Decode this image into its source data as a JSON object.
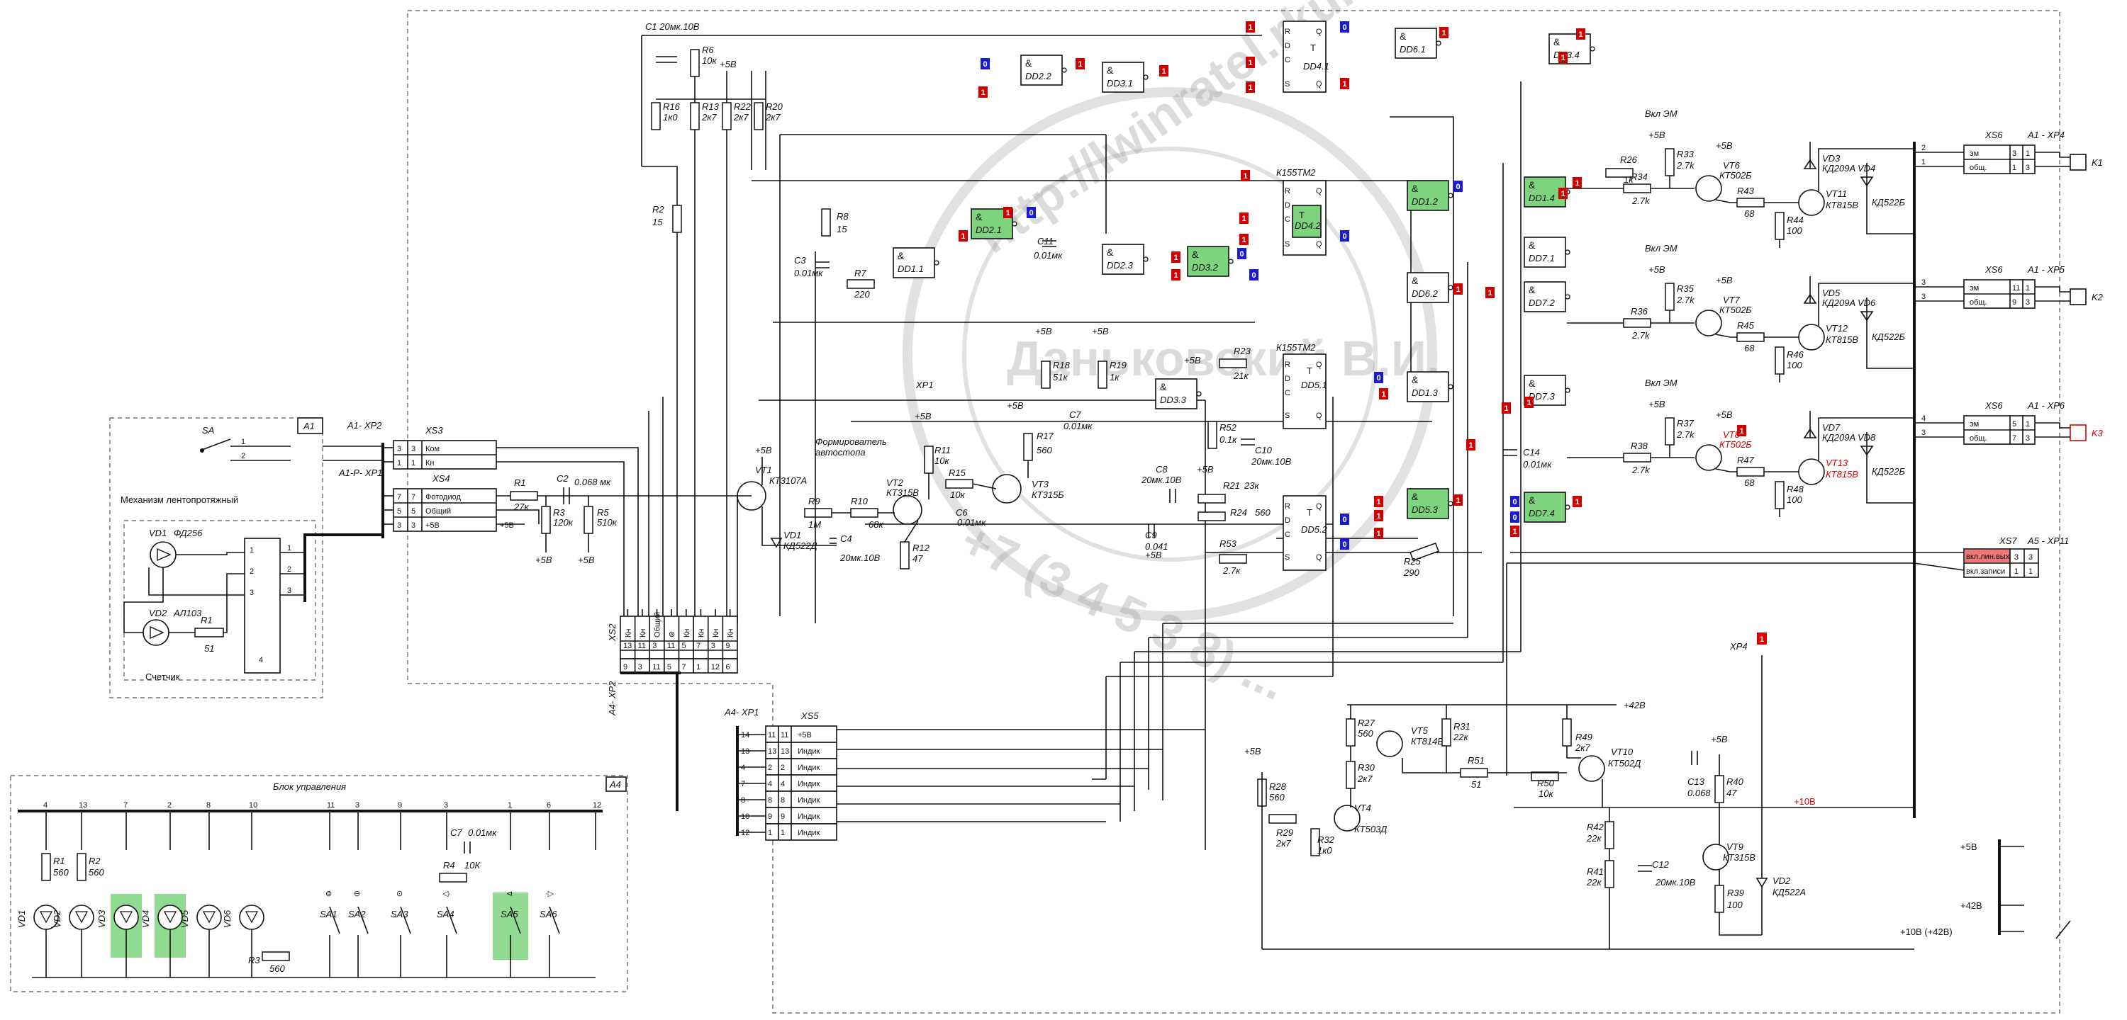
{
  "watermark": {
    "url": "http://lwinratel.rku.ru",
    "author": "Даньковский В.И.",
    "phone": "+7 (3 4 5 3 8) ..."
  },
  "blocks": {
    "a1": {
      "tag": "A1",
      "title": "Механизм лентопротяжный",
      "counter": "Счетчик",
      "switch": "SA"
    },
    "a4": {
      "tag": "A4",
      "title": "Блок управления"
    }
  },
  "connectors": {
    "a1_xp2": "A1- XP2",
    "xs3": "XS3",
    "a1p_xp1": "A1-P- XP1",
    "xs4": "XS4",
    "xs2": "XS2",
    "a4_xp2": "A4- XP2",
    "a4_xp1": "A4- XP1",
    "xs5": "XS5",
    "xs6_1": "XS6",
    "a1_xp4": "A1 - XP4",
    "xs6_2": "XS6",
    "a1_xp5": "A1 - XP5",
    "xs6_3": "XS6",
    "a1_xp6": "A1 - XP6",
    "xs7": "XS7",
    "a5_xp11": "A5 - XP11",
    "xp4": "XP4"
  },
  "xs3": {
    "rows": [
      {
        "a": "3",
        "b": "3",
        "label": "Ком"
      },
      {
        "a": "1",
        "b": "1",
        "label": "Кн"
      }
    ]
  },
  "xs4": {
    "rows": [
      {
        "a": "7",
        "b": "7",
        "label": "Фотодиод"
      },
      {
        "a": "5",
        "b": "5",
        "label": "Общий"
      },
      {
        "a": "3",
        "b": "3",
        "label": "+5В"
      }
    ]
  },
  "xs2": {
    "cols": [
      "Кн",
      "Кн",
      "Общий",
      "⊚",
      "Кн",
      "Кн",
      "Кн",
      "Кн"
    ],
    "pins_top": [
      "13",
      "11",
      "3",
      "11",
      "5",
      "7",
      "3",
      "9"
    ],
    "pins_bottom": [
      "9",
      "3",
      "11",
      "5",
      "7",
      "1",
      "12",
      "6"
    ]
  },
  "xs5": {
    "rows": [
      {
        "a": "11",
        "b": "11",
        "label": "+5В"
      },
      {
        "a": "13",
        "b": "13",
        "label": "Индик"
      },
      {
        "a": "2",
        "b": "2",
        "label": "Индик"
      },
      {
        "a": "4",
        "b": "4",
        "label": "Индик"
      },
      {
        "a": "8",
        "b": "8",
        "label": "Индик"
      },
      {
        "a": "9",
        "b": "9",
        "label": "Индик"
      },
      {
        "a": "1",
        "b": "1",
        "label": "Индик"
      }
    ],
    "left_pins": [
      "14",
      "13",
      "4",
      "7",
      "8",
      "10",
      "12"
    ]
  },
  "xs6": [
    {
      "label1": "эм",
      "label2": "общ.",
      "p1": "3",
      "p2": "1",
      "q1": "2",
      "q2": "1",
      "k": "K1"
    },
    {
      "label1": "эм",
      "label2": "общ.",
      "p1": "11",
      "p2": "9",
      "q1": "3",
      "q2": "3",
      "k": "K2"
    },
    {
      "label1": "эм",
      "label2": "общ.",
      "p1": "5",
      "p2": "7",
      "q1": "4",
      "q2": "3",
      "k": "K3"
    }
  ],
  "xs7": {
    "rows": [
      {
        "label": "вкл.лин.вых",
        "a": "3",
        "b": "3"
      },
      {
        "label": "вкл.записи",
        "a": "1",
        "b": "1"
      }
    ]
  },
  "rails": {
    "p5": "+5В",
    "p42": "+42B",
    "p10": "+10В (+42В)",
    "p10b": "+10В",
    "p42top": "+42В"
  },
  "ics": {
    "dd41": {
      "name": "DD4.1",
      "type": "T"
    },
    "dd42": {
      "name": "DD4.2",
      "type": "T",
      "chip": "К155ТМ2"
    },
    "dd51": {
      "name": "DD5.1",
      "type": "T",
      "chip": "К155ТМ2"
    },
    "dd52": {
      "name": "DD5.2",
      "type": "T"
    },
    "gates": [
      "DD2.2",
      "DD3.1",
      "DD6.1",
      "DD3.4",
      "DD1.2",
      "DD1.4",
      "DD2.1",
      "DD2.3",
      "DD3.2",
      "DD1.1",
      "DD7.1",
      "DD6.2",
      "DD7.2",
      "DD3.3",
      "DD1.3",
      "DD7.3",
      "DD5.3",
      "DD7.4"
    ]
  },
  "components": {
    "c1": "C1 20мк.10В",
    "r6": "R6",
    "r6v": "10к",
    "r16": "R16",
    "r16v": "1к0",
    "r13": "R13",
    "r13v": "2к7",
    "r22": "R22",
    "r22v": "2к7",
    "r20": "R20",
    "r20v": "2к7",
    "r2": "R2",
    "r2v": "15",
    "r8": "R8",
    "r8v": "15",
    "c3": "C3",
    "c3v": "0.01мк",
    "r7": "R7",
    "r7v": "220",
    "c11": "C11",
    "c11v": "0.01мк",
    "r26": "R26",
    "r26v": "1k",
    "r33": "R33",
    "r33v": "2.7k",
    "r34": "R34",
    "r34v": "2.7k",
    "vt6": "VT6",
    "vt6t": "КТ502Б",
    "r43": "R43",
    "r43v": "68",
    "vt11": "VT11",
    "vt11t": "КТ815В",
    "r44": "R44",
    "r44v": "100",
    "vd3": "VD3",
    "vd3t": "КД209А",
    "vd4": "VD4",
    "vd4t": "КД522Б",
    "r35": "R35",
    "r35v": "2.7k",
    "r36": "R36",
    "r36v": "2.7k",
    "vt7": "VT7",
    "vt7t": "КТ502Б",
    "r45": "R45",
    "r45v": "68",
    "vt12": "VT12",
    "vt12t": "КТ815В",
    "r46": "R46",
    "r46v": "100",
    "vd5": "VD5",
    "vd5t": "КД209А",
    "vd6": "VD6",
    "vd6t": "КД522Б",
    "r37": "R37",
    "r37v": "2.7k",
    "r38": "R38",
    "r38v": "2.7k",
    "vt8": "VT8",
    "vt8t": "КТ502Б",
    "r47": "R47",
    "r47v": "68",
    "vt13": "VT13",
    "vt13t": "КТ815В",
    "r48": "R48",
    "r48v": "100",
    "vd7": "VD7",
    "vd7t": "КД209А",
    "vd8": "VD8",
    "vd8t": "КД522Б",
    "r18": "R18",
    "r18v": "51к",
    "r19": "R19",
    "r19v": "1к",
    "c7": "C7",
    "c7v": "0.01мк",
    "r23": "R23",
    "r23v": "21к",
    "r52": "R52",
    "r52v": "0.1к",
    "c10": "C10",
    "c10v": "20мк.10В",
    "c8": "C8",
    "c8v": "20мк.10В",
    "r21": "R21",
    "r21v": "23к",
    "r24": "R24",
    "r24v": "560",
    "c9": "C9",
    "c9v": "0.041",
    "r53": "R53",
    "r53v": "2.7к",
    "r25": "R25",
    "r25v": "290",
    "c14": "C14",
    "c14v": "0.01мк",
    "r11": "R11",
    "r11v": "10к",
    "r17": "R17",
    "r17v": "560",
    "vt1": "VT1",
    "vt1t": "КТ3107А",
    "vt2": "VT2",
    "vt2t": "КТ315В",
    "vt3": "VT3",
    "vt3t": "КТ315Б",
    "r9": "R9",
    "r9v": "1М",
    "r10": "R10",
    "r10v": "68к",
    "r15": "R15",
    "r15v": "10к",
    "c6": "C6",
    "c6v": "0.01мк",
    "vd1": "VD1",
    "vd1t": "КД522Д",
    "c4": "C4",
    "c4v": "20мк.10В",
    "r12": "R12",
    "r12v": "47",
    "r1": "R1",
    "r1v": "27к",
    "c2": "C2",
    "c2v": "0.068 мк",
    "r3": "R3",
    "r3v": "120к",
    "r5": "R5",
    "r5v": "510к",
    "former": "Формирователь",
    "former2": "автостопа",
    "vd1a": "VD1",
    "vd1at": "ФД256",
    "vd2a": "VD2",
    "vd2at": "АЛ103",
    "r1a": "R1",
    "r1av": "51",
    "r27": "R27",
    "r27v": "560",
    "vt5": "VT5",
    "vt5t": "КТ814В",
    "r31": "R31",
    "r31v": "22к",
    "r30": "R30",
    "r30v": "2к7",
    "vt4": "VT4",
    "vt4t": "КТ503Д",
    "r28": "R28",
    "r28v": "560",
    "r29": "R29",
    "r29v": "2к7",
    "r32": "R32",
    "r32v": "1к0",
    "r51": "R51",
    "r51v": "51",
    "r49": "R49",
    "r49v": "2к7",
    "vt10": "VT10",
    "vt10t": "КТ502Д",
    "r50": "R50",
    "r50v": "10к",
    "c13": "C13",
    "c13v": "0.068",
    "r40": "R40",
    "r40v": "47",
    "r42": "R42",
    "r42v": "22к",
    "r41": "R41",
    "r41v": "22к",
    "c12": "C12",
    "c12v": "20мк.10В",
    "vt9": "VT9",
    "vt9t": "КТ315В",
    "r39": "R39",
    "r39v": "100",
    "vd2b": "VD2",
    "vd2bt": "КД522А",
    "vkl_em": "Вкл ЭМ",
    "b_r1": "R1",
    "b_r1v": "560",
    "b_r2": "R2",
    "b_r2v": "560",
    "b_r3": "R3",
    "b_r3v": "560",
    "b_r4": "R4",
    "b_r4v": "10К",
    "b_c7": "C7",
    "b_c7v": "0.01мк",
    "b_vd": [
      "VD1",
      "VD2",
      "VD3",
      "VD4",
      "VD5",
      "VD6"
    ],
    "b_sa": [
      "SA1",
      "SA2",
      "SA3",
      "SA4",
      "SA5",
      "SA6"
    ],
    "b_pins": [
      "4",
      "13",
      "7",
      "2",
      "8",
      "10",
      "11",
      "3",
      "9",
      "3",
      "1",
      "6",
      "12"
    ]
  },
  "colors": {
    "logic1": "#d00000",
    "logic0": "#1a1ad0",
    "highlight": "#7ed37e"
  }
}
